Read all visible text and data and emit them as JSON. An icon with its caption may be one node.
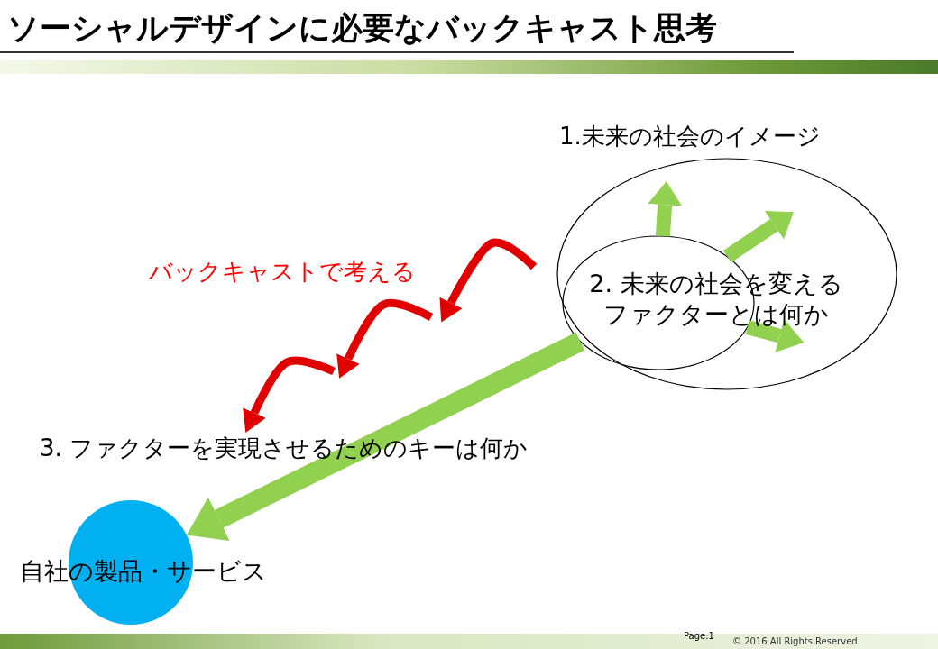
{
  "diagram": {
    "title": "ソーシャルデザインに必要なバックキャスト思考",
    "nodes": [
      {
        "text": [
          "1.未来の社会のイメージ"
        ]
      },
      {
        "text": [
          "2. 未来の社会を変えるファクターとは何か"
        ],
        "in": 0
      },
      {
        "text": [
          "自社の製品・サービス"
        ]
      }
    ],
    "edges": [
      {
        "from": 1,
        "to": 2,
        "arrow": "to"
      },
      {
        "from": 1,
        "to": 0,
        "arrow": "to"
      },
      {
        "from": 1,
        "to": 0,
        "arrow": "to"
      },
      {
        "from": 1,
        "to": 0,
        "arrow": "to"
      }
    ],
    "labels": [
      "バックキャストで考える",
      "3. ファクターを実現させるためのキーは何か",
      "Page:1",
      "© 2016 All Rights Reserved"
    ]
  }
}
